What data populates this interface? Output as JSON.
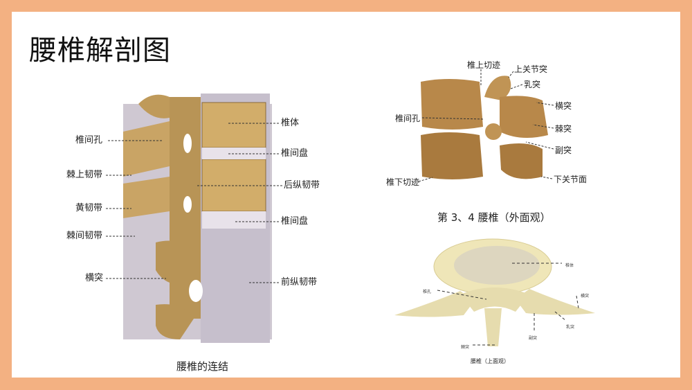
{
  "slide": {
    "title": "腰椎解剖图",
    "colors": {
      "border": "#f3b182",
      "background": "#ffffff",
      "bone": "#c9a465",
      "ligament": "#bdb6c4"
    }
  },
  "figure_connections": {
    "caption": "腰椎的连结",
    "labels_left": [
      "椎间孔",
      "棘上韧带",
      "黄韧带",
      "棘间韧带",
      "横突"
    ],
    "labels_right": [
      "椎体",
      "椎间盘",
      "后纵韧带",
      "椎间盘",
      "前纵韧带"
    ]
  },
  "figure_lateral": {
    "caption": "第 3、4 腰椎（外面观）",
    "labels": [
      "椎上切迹",
      "上关节突",
      "乳突",
      "横突",
      "棘突",
      "副突",
      "下关节面",
      "椎间孔",
      "椎下切迹"
    ]
  },
  "figure_superior": {
    "caption": "腰椎（上面观）",
    "labels": [
      "椎体",
      "椎孔",
      "横突",
      "乳突",
      "副突",
      "棘突"
    ]
  }
}
